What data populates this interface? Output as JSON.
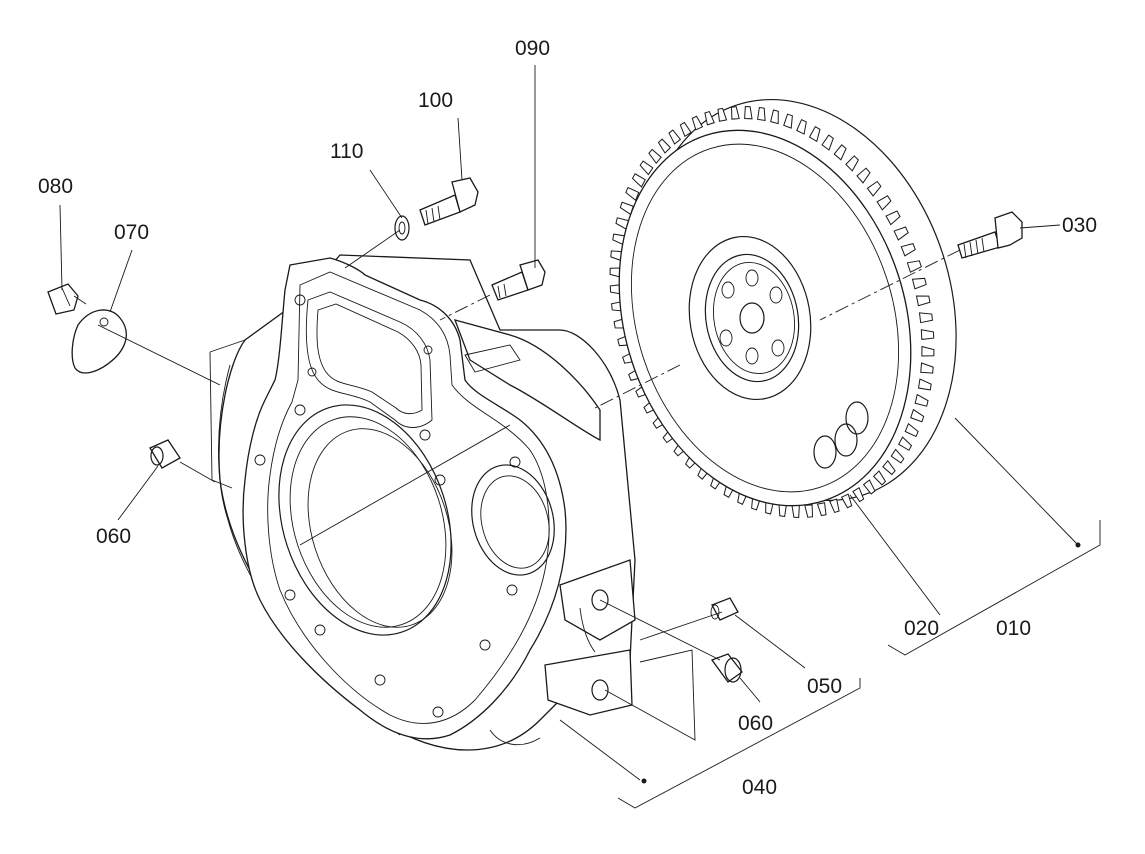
{
  "parts": [
    {
      "id": "p010",
      "number": "010"
    },
    {
      "id": "p020",
      "number": "020"
    },
    {
      "id": "p030",
      "number": "030"
    },
    {
      "id": "p040",
      "number": "040"
    },
    {
      "id": "p050",
      "number": "050"
    },
    {
      "id": "p060a",
      "number": "060"
    },
    {
      "id": "p060b",
      "number": "060"
    },
    {
      "id": "p070",
      "number": "070"
    },
    {
      "id": "p080",
      "number": "080"
    },
    {
      "id": "p090",
      "number": "090"
    },
    {
      "id": "p100",
      "number": "100"
    },
    {
      "id": "p110",
      "number": "110"
    }
  ]
}
